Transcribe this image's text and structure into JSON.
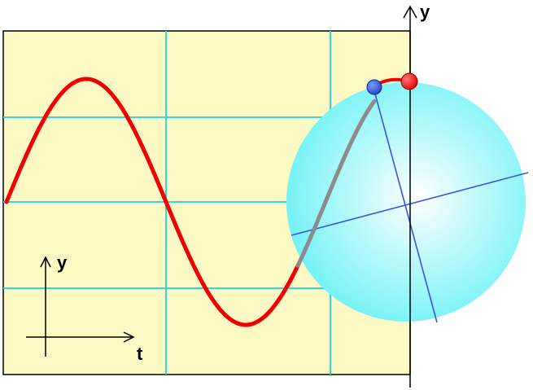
{
  "labels": {
    "vertical_axis": "y",
    "inset_vertical_axis": "y",
    "inset_horizontal_axis": "t"
  },
  "colors": {
    "panel_fill": "#fdf9c4",
    "grid": "#2fd8e6",
    "wave": "#f00000",
    "wave_hidden": "#8c8c8c",
    "sphere_edge": "#6ef2f6",
    "sphere_center": "#ffffff",
    "sphere_axes": "#3a54e0",
    "blue_point": "#2346c6",
    "red_point": "#e80000"
  },
  "icons": {
    "sphere": "rotating-sphere",
    "blue_point": "point-on-sphere",
    "red_point": "projected-point"
  }
}
